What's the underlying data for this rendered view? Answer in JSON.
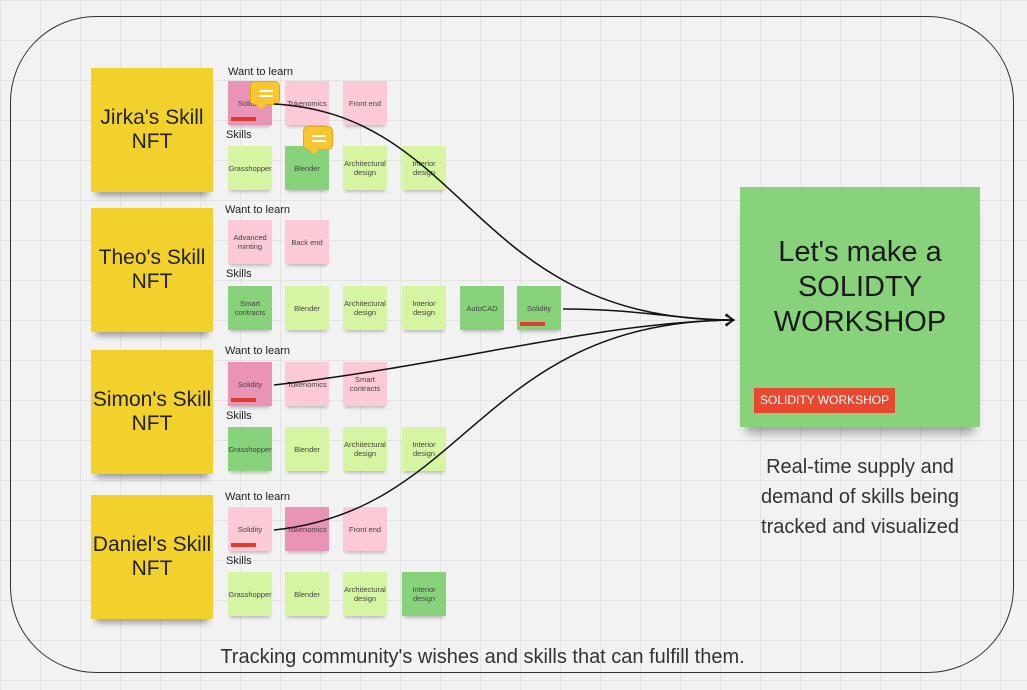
{
  "cards": {
    "jirka": {
      "title": "Jirka's Skill NFT",
      "want_label": "Want to learn",
      "skills_label": "Skills",
      "want": [
        "Solidity",
        "Tokenomics",
        "Front end"
      ],
      "skills": [
        "Grasshopper",
        "Blender",
        "Architectural design",
        "Interior design"
      ]
    },
    "theo": {
      "title": "Theo's Skill NFT",
      "want_label": "Want to learn",
      "skills_label": "Skills",
      "want": [
        "Advanced minting",
        "Back end"
      ],
      "skills": [
        "Smart contracts",
        "Blender",
        "Architectural design",
        "Interior design",
        "AutoCAD",
        "Solidity"
      ]
    },
    "simon": {
      "title": "Simon's Skill NFT",
      "want_label": "Want to learn",
      "skills_label": "Skills",
      "want": [
        "Solidity",
        "Tokenomics",
        "Smart contracts"
      ],
      "skills": [
        "Grasshopper",
        "Blender",
        "Architectural design",
        "Interior design"
      ]
    },
    "daniel": {
      "title": "Daniel's Skill NFT",
      "want_label": "Want to learn",
      "skills_label": "Skills",
      "want": [
        "Solidity",
        "Tokenomics",
        "Front end"
      ],
      "skills": [
        "Grasshopper",
        "Blender",
        "Architectural design",
        "Interior design"
      ]
    }
  },
  "workshop": {
    "title": "Let's make a SOLIDTY WORKSHOP",
    "tag": "SOLIDITY WORKSHOP"
  },
  "description": "Real-time supply and demand of skills being tracked and visualized",
  "caption": "Tracking community's wishes and skills that can fulfill them.",
  "colors": {
    "yellow": "#f2d12c",
    "pink": "#fcc9d6",
    "dark_pink": "#e993b7",
    "light_green": "#d6f5a2",
    "green": "#89d27c",
    "red": "#e8482f"
  }
}
